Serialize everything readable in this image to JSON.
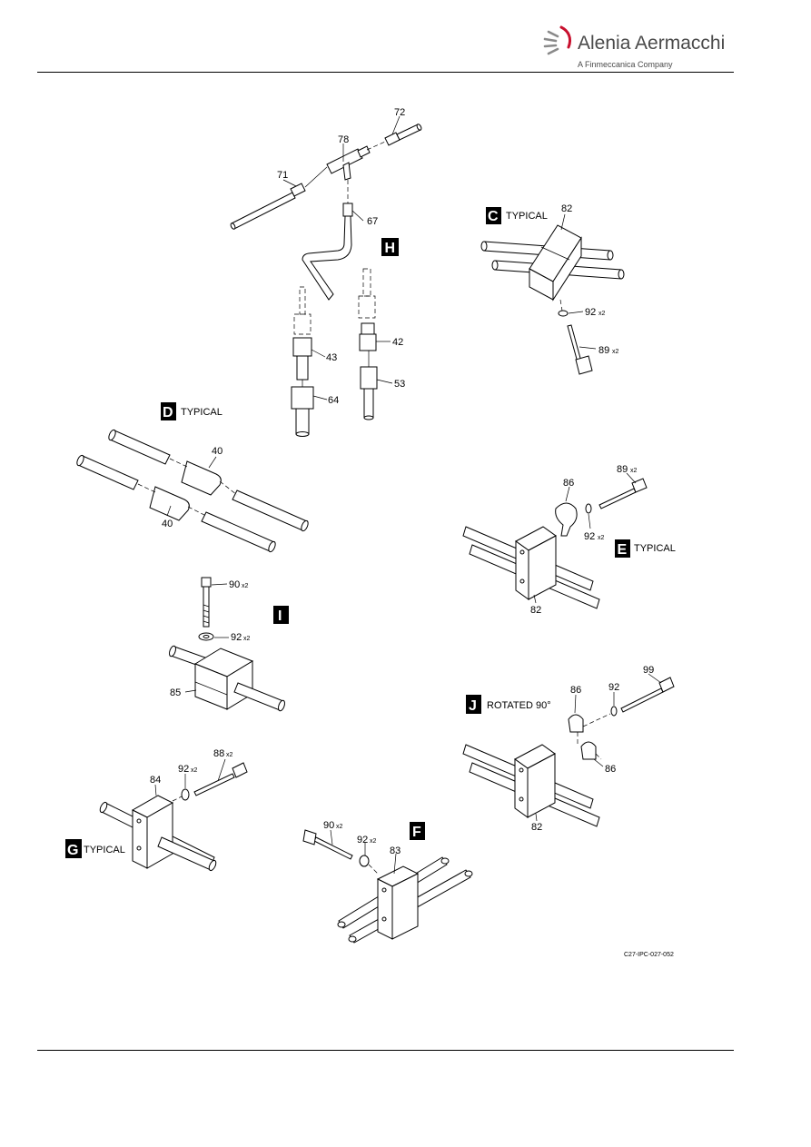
{
  "header": {
    "brand_name": "Alenia Aermacchi",
    "brand_subtitle": "A Finmeccanica Company"
  },
  "views": {
    "C": {
      "letter": "C",
      "caption": "TYPICAL"
    },
    "D": {
      "letter": "D",
      "caption": "TYPICAL"
    },
    "E": {
      "letter": "E",
      "caption": "TYPICAL"
    },
    "F": {
      "letter": "F",
      "caption": ""
    },
    "G": {
      "letter": "G",
      "caption": "TYPICAL"
    },
    "H": {
      "letter": "H",
      "caption": ""
    },
    "I": {
      "letter": "I",
      "caption": ""
    },
    "J": {
      "letter": "J",
      "caption": "ROTATED 90°"
    }
  },
  "callouts": {
    "h_72": "72",
    "h_78": "78",
    "h_71": "71",
    "h_67": "67",
    "h_43": "43",
    "h_64": "64",
    "h_42": "42",
    "h_53": "53",
    "c_82": "82",
    "c_92": "92",
    "c_92_qty": "x2",
    "c_89": "89",
    "c_89_qty": "x2",
    "d_40a": "40",
    "d_40b": "40",
    "e_86": "86",
    "e_89": "89",
    "e_89_qty": "x2",
    "e_92": "92",
    "e_92_qty": "x2",
    "e_82": "82",
    "i_90": "90",
    "i_90_qty": "x2",
    "i_92": "92",
    "i_92_qty": "x2",
    "i_85": "85",
    "j_86a": "86",
    "j_92": "92",
    "j_99": "99",
    "j_86b": "86",
    "j_82": "82",
    "g_84": "84",
    "g_92": "92",
    "g_92_qty": "x2",
    "g_88": "88",
    "g_88_qty": "x2",
    "f_90": "90",
    "f_90_qty": "x2",
    "f_92": "92",
    "f_92_qty": "x2",
    "f_83": "83"
  },
  "figure_ref": "C27-IPC-027-052"
}
